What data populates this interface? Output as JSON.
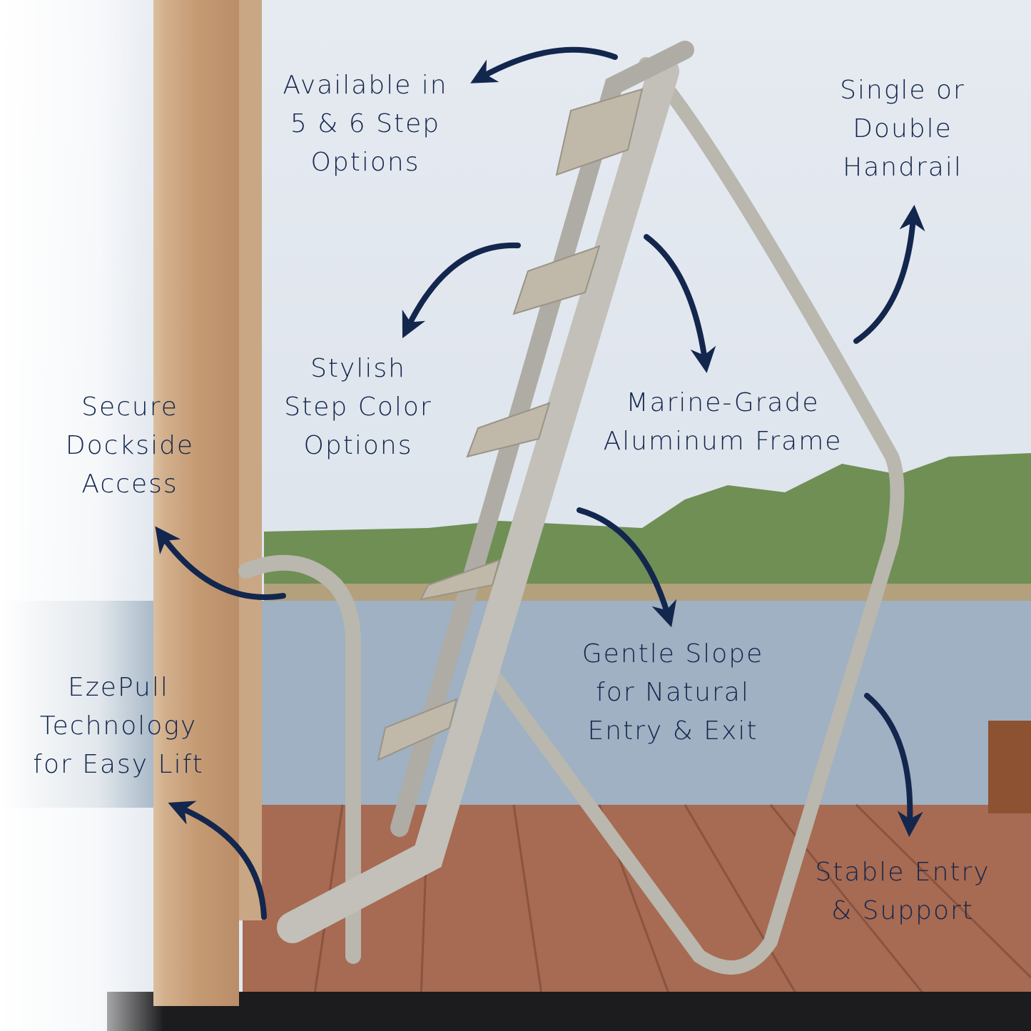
{
  "features": [
    {
      "id": "steps",
      "lines": [
        "Available in",
        "5 & 6 Step",
        "Options"
      ]
    },
    {
      "id": "handrail",
      "lines": [
        "Single or",
        "Double",
        "Handrail"
      ]
    },
    {
      "id": "color",
      "lines": [
        "Stylish",
        "Step Color",
        "Options"
      ]
    },
    {
      "id": "frame",
      "lines": [
        "Marine-Grade",
        "Aluminum Frame"
      ]
    },
    {
      "id": "access",
      "lines": [
        "Secure",
        "Dockside",
        "Access"
      ]
    },
    {
      "id": "slope",
      "lines": [
        "Gentle Slope",
        "for Natural",
        "Entry & Exit"
      ]
    },
    {
      "id": "ezepull",
      "lines": [
        "EzePull",
        "Technology",
        "for Easy Lift"
      ]
    },
    {
      "id": "stable",
      "lines": [
        "Stable Entry",
        "& Support"
      ]
    }
  ],
  "colors": {
    "text": "#13264d",
    "arrow": "#13264d",
    "sky": "#e3e8ef",
    "water": "#9fb1c2",
    "deck": "#a76a52",
    "trees": "#6f8f55",
    "post": "#c89f7b",
    "aluminum": "#b9b7ae"
  }
}
